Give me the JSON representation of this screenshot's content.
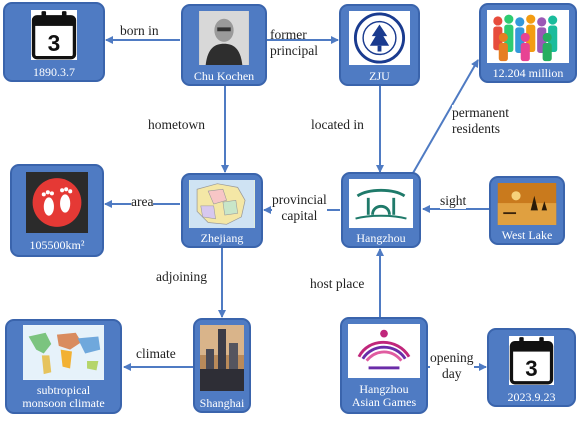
{
  "nodes": {
    "date_birth": {
      "label": "1890.3.7",
      "icon": "calendar-icon",
      "day": "3"
    },
    "chu_kochen": {
      "label": "Chu Kochen",
      "icon": "portrait-photo"
    },
    "zju": {
      "label": "ZJU",
      "icon": "university-seal"
    },
    "population": {
      "label": "12.204 million",
      "icon": "people-icon"
    },
    "area_value": {
      "label": "105500km²",
      "icon": "footprints-icon"
    },
    "zhejiang": {
      "label": "Zhejiang",
      "icon": "province-map"
    },
    "hangzhou": {
      "label": "Hangzhou",
      "icon": "hangzhou-logo"
    },
    "west_lake": {
      "label": "West Lake",
      "icon": "west-lake-photo"
    },
    "climate": {
      "label_line1": "subtropical",
      "label_line2": "monsoon climate",
      "icon": "world-climate-map"
    },
    "shanghai": {
      "label": "Shanghai",
      "icon": "skyline-photo"
    },
    "asian_games": {
      "label_line1": "Hangzhou",
      "label_line2": "Asian Games",
      "icon": "games-emblem"
    },
    "date_opening": {
      "label": "2023.9.23",
      "icon": "calendar-icon",
      "day": "3"
    }
  },
  "edges": {
    "born_in": "born in",
    "former_principal_1": "former",
    "former_principal_2": "principal",
    "hometown": "hometown",
    "located_in": "located in",
    "permanent_residents_1": "permanent",
    "permanent_residents_2": "residents",
    "area": "area",
    "provincial_capital_1": "provincial",
    "provincial_capital_2": "capital",
    "sight": "sight",
    "adjoining": "adjoining",
    "host_place": "host place",
    "climate": "climate",
    "opening_day_1": "opening",
    "opening_day_2": "day"
  },
  "colors": {
    "node_fill": "#4F7BC3",
    "node_border": "#3A64AC",
    "arrow": "#4F7BC3"
  }
}
